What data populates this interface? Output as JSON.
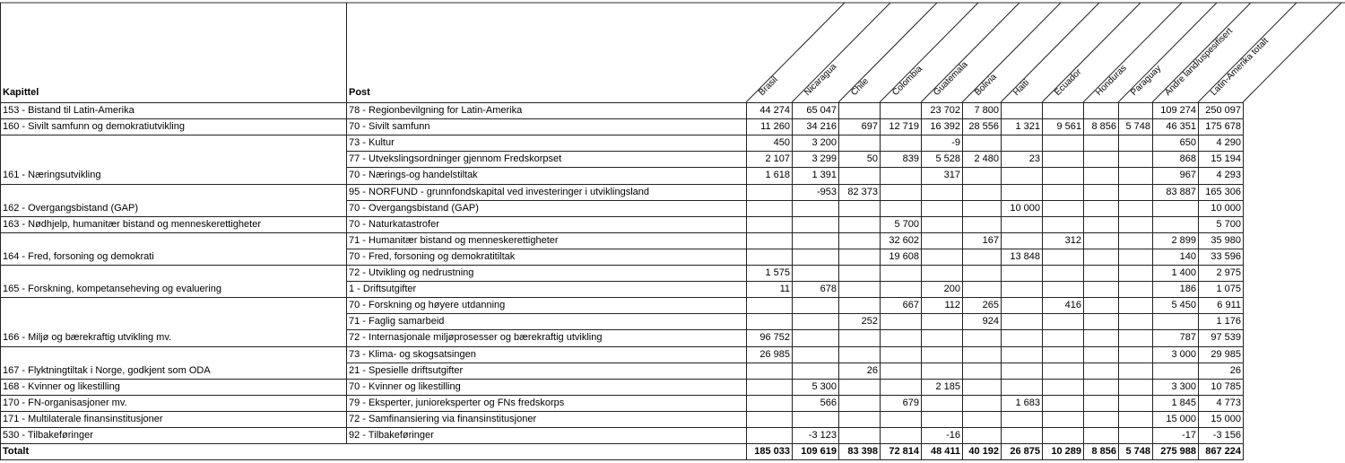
{
  "headers": {
    "kapittel": "Kapittel",
    "post": "Post",
    "columns": [
      "Brasil",
      "Nicaragua",
      "Chile",
      "Colombia",
      "Guatemala",
      "Bolivia",
      "Haiti",
      "Ecuador",
      "Honduras",
      "Paraguay",
      "Andre land/uspesifisert",
      "Latin-Amerika totalt"
    ]
  },
  "rows": [
    {
      "kapittel": "153 - Bistand til Latin-Amerika",
      "post": "78 - Regionbevilgning for Latin-Amerika",
      "values": [
        "44 274",
        "65 047",
        "",
        "",
        "23 702",
        "7 800",
        "",
        "",
        "",
        "",
        "109 274",
        "250 097"
      ]
    },
    {
      "kapittel": "160 - Sivilt samfunn og demokratiutvikling",
      "post": "70 - Sivilt samfunn",
      "values": [
        "11 260",
        "34 216",
        "697",
        "12 719",
        "16 392",
        "28 556",
        "1 321",
        "9 561",
        "8 856",
        "5 748",
        "46 351",
        "175 678"
      ]
    },
    {
      "kapittel": "",
      "post": "73 - Kultur",
      "values": [
        "450",
        "3 200",
        "",
        "",
        "-9",
        "",
        "",
        "",
        "",
        "",
        "650",
        "4 290"
      ]
    },
    {
      "kapittel": "",
      "post": "77 - Utvekslingsordninger gjennom Fredskorpset",
      "values": [
        "2 107",
        "3 299",
        "50",
        "839",
        "5 528",
        "2 480",
        "23",
        "",
        "",
        "",
        "868",
        "15 194"
      ]
    },
    {
      "kapittel": "161 - Næringsutvikling",
      "post": "70 - Nærings-og handelstiltak",
      "values": [
        "1 618",
        "1 391",
        "",
        "",
        "317",
        "",
        "",
        "",
        "",
        "",
        "967",
        "4 293"
      ]
    },
    {
      "kapittel": "",
      "post": "95 - NORFUND - grunnfondskapital ved investeringer i utviklingsland",
      "values": [
        "",
        "-953",
        "82 373",
        "",
        "",
        "",
        "",
        "",
        "",
        "",
        "83 887",
        "165 306"
      ]
    },
    {
      "kapittel": "162 - Overgangsbistand (GAP)",
      "post": "70 - Overgangsbistand (GAP)",
      "values": [
        "",
        "",
        "",
        "",
        "",
        "",
        "10 000",
        "",
        "",
        "",
        "",
        "10 000"
      ]
    },
    {
      "kapittel": "163 - Nødhjelp, humanitær bistand og menneskerettigheter",
      "post": "70 - Naturkatastrofer",
      "values": [
        "",
        "",
        "",
        "5 700",
        "",
        "",
        "",
        "",
        "",
        "",
        "",
        "5 700"
      ]
    },
    {
      "kapittel": "",
      "post": "71 - Humanitær bistand og menneskerettigheter",
      "values": [
        "",
        "",
        "",
        "32 602",
        "",
        "167",
        "",
        "312",
        "",
        "",
        "2 899",
        "35 980"
      ]
    },
    {
      "kapittel": "164 - Fred, forsoning og demokrati",
      "post": "70 - Fred, forsoning og demokratitiltak",
      "values": [
        "",
        "",
        "",
        "19 608",
        "",
        "",
        "13 848",
        "",
        "",
        "",
        "140",
        "33 596"
      ]
    },
    {
      "kapittel": "",
      "post": "72 - Utvikling og nedrustning",
      "values": [
        "1 575",
        "",
        "",
        "",
        "",
        "",
        "",
        "",
        "",
        "",
        "1 400",
        "2 975"
      ]
    },
    {
      "kapittel": "165 - Forskning, kompetanseheving og evaluering",
      "post": "1 - Driftsutgifter",
      "values": [
        "11",
        "678",
        "",
        "",
        "200",
        "",
        "",
        "",
        "",
        "",
        "186",
        "1 075"
      ]
    },
    {
      "kapittel": "",
      "post": "70 - Forskning og høyere utdanning",
      "values": [
        "",
        "",
        "",
        "667",
        "112",
        "265",
        "",
        "416",
        "",
        "",
        "5 450",
        "6 911"
      ]
    },
    {
      "kapittel": "",
      "post": "71 - Faglig samarbeid",
      "values": [
        "",
        "",
        "252",
        "",
        "",
        "924",
        "",
        "",
        "",
        "",
        "",
        "1 176"
      ]
    },
    {
      "kapittel": "166 - Miljø og bærekraftig utvikling mv.",
      "post": "72 - Internasjonale miljøprosesser og bærekraftig utvikling",
      "values": [
        "96 752",
        "",
        "",
        "",
        "",
        "",
        "",
        "",
        "",
        "",
        "787",
        "97 539"
      ]
    },
    {
      "kapittel": "",
      "post": "73 - Klima- og skogsatsingen",
      "values": [
        "26 985",
        "",
        "",
        "",
        "",
        "",
        "",
        "",
        "",
        "",
        "3 000",
        "29 985"
      ]
    },
    {
      "kapittel": "167 - Flyktningtiltak i Norge, godkjent som ODA",
      "post": "21 - Spesielle driftsutgifter",
      "values": [
        "",
        "",
        "26",
        "",
        "",
        "",
        "",
        "",
        "",
        "",
        "",
        "26"
      ]
    },
    {
      "kapittel": "168 - Kvinner og likestilling",
      "post": "70 - Kvinner og likestilling",
      "values": [
        "",
        "5 300",
        "",
        "",
        "2 185",
        "",
        "",
        "",
        "",
        "",
        "3 300",
        "10 785"
      ]
    },
    {
      "kapittel": "170 - FN-organisasjoner mv.",
      "post": "79 - Eksperter, junioreksperter og FNs fredskorps",
      "values": [
        "",
        "566",
        "",
        "679",
        "",
        "",
        "1 683",
        "",
        "",
        "",
        "1 845",
        "4 773"
      ]
    },
    {
      "kapittel": "171 - Multilaterale finansinstitusjoner",
      "post": "72 - Samfinansiering via finansinstitusjoner",
      "values": [
        "",
        "",
        "",
        "",
        "",
        "",
        "",
        "",
        "",
        "",
        "15 000",
        "15 000"
      ]
    },
    {
      "kapittel": "530 - Tilbakeføringer",
      "post": "92 - Tilbakeføringer",
      "values": [
        "",
        "-3 123",
        "",
        "",
        "-16",
        "",
        "",
        "",
        "",
        "",
        "-17",
        "-3 156"
      ]
    }
  ],
  "total": {
    "label": "Totalt",
    "values": [
      "185 033",
      "109 619",
      "83 398",
      "72 814",
      "48 411",
      "40 192",
      "26 875",
      "10 289",
      "8 856",
      "5 748",
      "275 988",
      "867 224"
    ]
  }
}
